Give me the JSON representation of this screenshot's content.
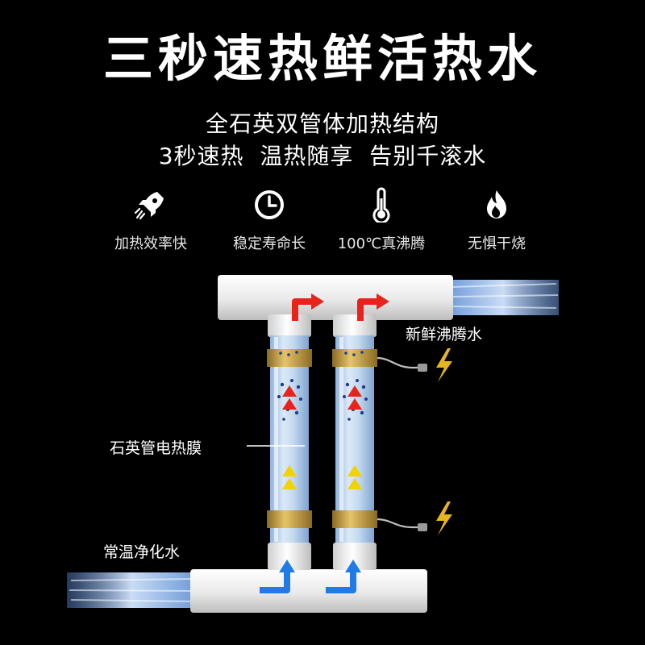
{
  "title": "三秒速热鲜活热水",
  "subtitle": {
    "line1": "全石英双管体加热结构",
    "line2": "3秒速热  温热随享  告别千滚水"
  },
  "features": [
    {
      "icon": "rocket-icon",
      "label": "加热效率快"
    },
    {
      "icon": "clock-icon",
      "label": "稳定寿命长"
    },
    {
      "icon": "thermometer-icon",
      "label": "100℃真沸腾"
    },
    {
      "icon": "flame-icon",
      "label": "无惧干烧"
    }
  ],
  "diagram": {
    "outlet_label": "新鲜沸腾水",
    "tube_label": "石英管电热膜",
    "inlet_label": "常温净化水"
  },
  "colors": {
    "background": "#000000",
    "hot_arrow": "#e8231b",
    "cold_arrow": "#1e7be8",
    "heat_arrow": "#f2d200",
    "gold_band": "#c9a046",
    "lightning": "#e6b422"
  }
}
